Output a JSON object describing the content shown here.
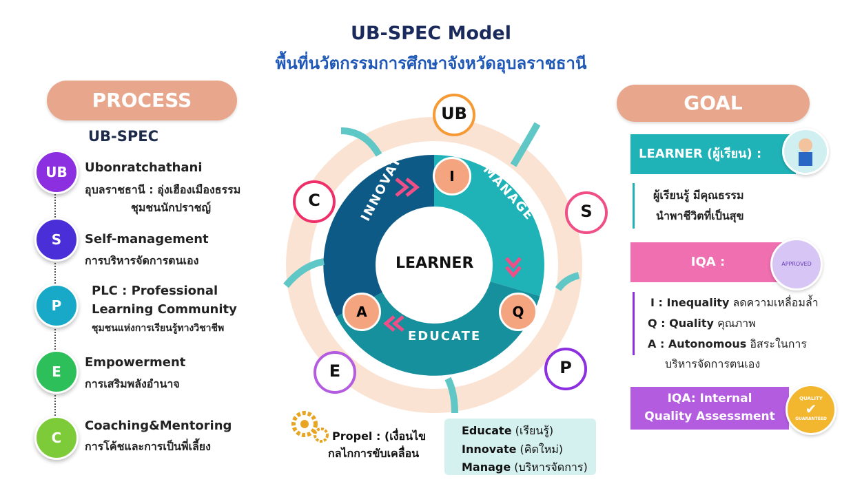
{
  "title": "UB-SPEC  Model",
  "subtitle": "พื้นที่นวัตกรรมการศึกษาจังหวัดอุบลราชธานี",
  "process": {
    "heading": "PROCESS",
    "subheading": "UB-SPEC",
    "items": [
      {
        "badge": "UB",
        "color": "#8b2fe0",
        "line1": "Ubonratchathani",
        "line2": "อุบลราชธานี : อุ่งเฮืองเมืองธรรม",
        "line3": "ชุมชนนักปราชญ์"
      },
      {
        "badge": "S",
        "color": "#4a2fd8",
        "line1": "Self-management",
        "line2": "การบริหารจัดการตนเอง"
      },
      {
        "badge": "P",
        "color": "#18a9c8",
        "line1": "PLC : Professional",
        "line2": "Learning Community",
        "line3": "ชุมชนแห่งการเรียนรู้ทางวิชาชีพ"
      },
      {
        "badge": "E",
        "color": "#2dbf5a",
        "line1": "Empowerment",
        "line2": "การเสริมพลังอำนาจ"
      },
      {
        "badge": "C",
        "color": "#7ecb3a",
        "line1": "Coaching&Mentoring",
        "line2": "การโค้ชและการเป็นพี่เลี้ยง"
      }
    ]
  },
  "wheel": {
    "center": "LEARNER",
    "segments": [
      "INNOVATE",
      "MANAGE",
      "EDUCATE"
    ],
    "nodes": [
      "I",
      "Q",
      "A"
    ],
    "pins": [
      "UB",
      "S",
      "P",
      "E",
      "C"
    ]
  },
  "propel": {
    "label": "Propel :  (เงื่อนไข",
    "label2": "กลไกการขับเคลื่อน",
    "items": [
      {
        "bold": "Educate",
        "thai": " (เรียนรู้)"
      },
      {
        "bold": "Innovate",
        "thai": " (คิดใหม่)"
      },
      {
        "bold": "Manage",
        "thai": " (บริหารจัดการ)"
      }
    ]
  },
  "goal": {
    "heading": "GOAL",
    "learner_label": "LEARNER (ผู้เรียน) :",
    "learner_line1": "ผู้เรียนรู้ มีคุณธรรม",
    "learner_line2": "นำพาชีวิตที่เป็นสุข",
    "iqa_label": "IQA :",
    "iqa_items": [
      {
        "key": "I : ",
        "bold": "Inequality",
        "thai": " ลดความเหลื่อมล้ำ"
      },
      {
        "key": "Q : ",
        "bold": "Quality",
        "thai": " คุณภาพ"
      },
      {
        "key": "A : ",
        "bold": "Autonomous",
        "thai": " อิสระในการ"
      }
    ],
    "iqa_extra": "บริหารจัดการตนเอง",
    "iqa_full1": "IQA: Internal",
    "iqa_full2": "Quality Assessment",
    "badge_text": "QUALITY",
    "badge_text2": "GUARANTEED",
    "approved": "APPROVED"
  },
  "colors": {
    "peach": "#e8a78c",
    "teal": "#1fb3b8",
    "pink": "#ef6fb0",
    "purple": "#b35ce0",
    "navy": "#0e5a86"
  }
}
